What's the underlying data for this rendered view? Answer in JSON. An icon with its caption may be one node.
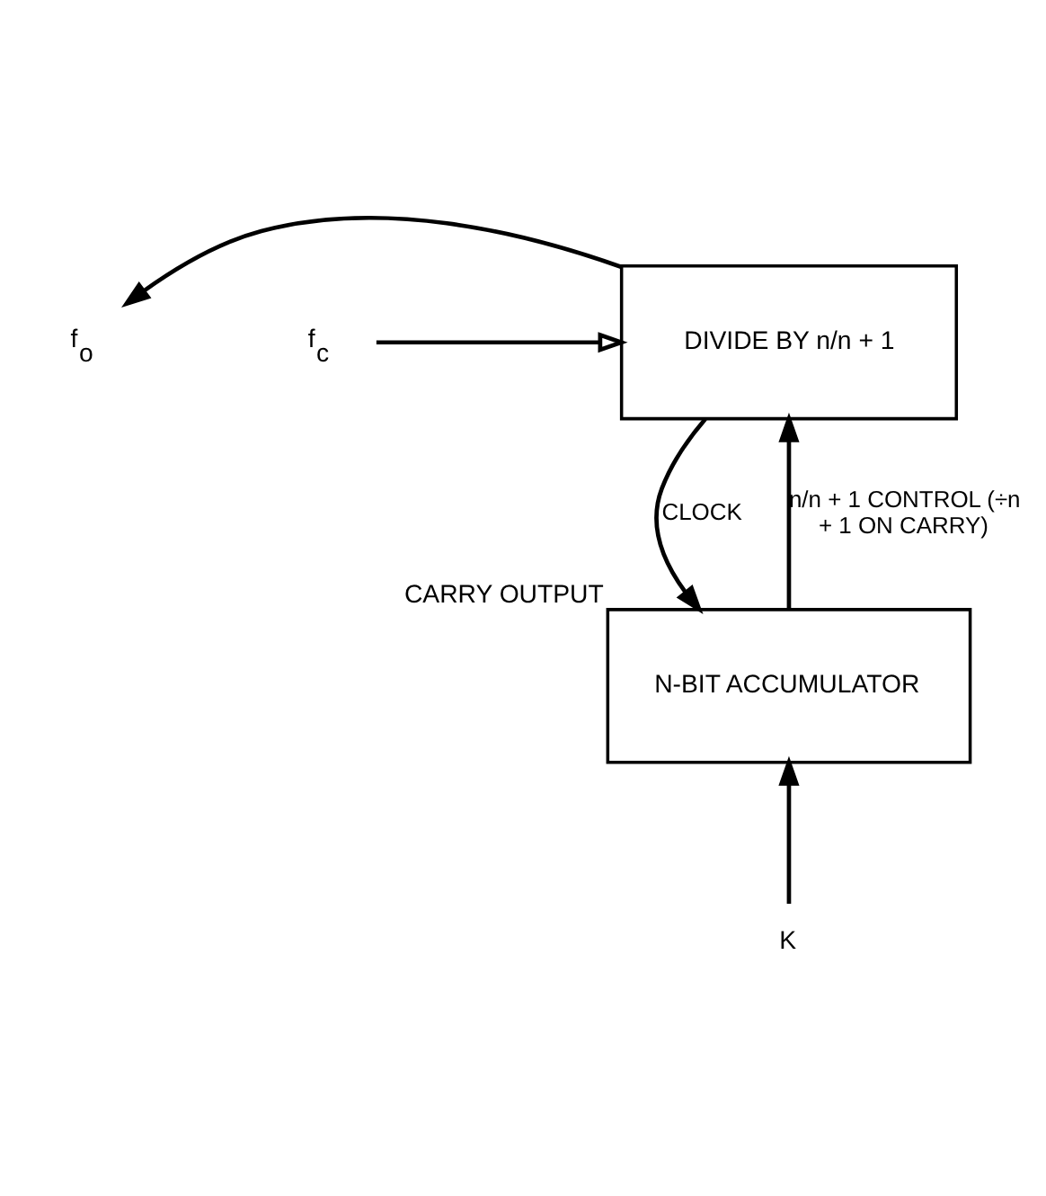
{
  "diagram": {
    "nodes": [
      {
        "text": [
          "DIVIDE BY n/n + 1"
        ]
      },
      {
        "text": [
          "N-BIT ACCUMULATOR"
        ],
        "beside": [
          "CARRY OUTPUT"
        ]
      },
      {
        "text": [
          "f$_{o}$"
        ]
      },
      {
        "text": [
          "f$_{c}$"
        ]
      },
      {
        "text": [
          "K"
        ]
      }
    ],
    "edges": [
      {
        "from": 3,
        "to": 0,
        "arrow": "to"
      },
      {
        "from": 0,
        "to": 2,
        "arrow": "to"
      },
      {
        "from": 0,
        "to": 1,
        "arrow": "to",
        "label": "CLOCK"
      },
      {
        "from": 1,
        "to": 0,
        "arrow": "to",
        "label": "n/n + 1 CONTROL (÷n + 1 ON CARRY)"
      },
      {
        "from": 4,
        "to": 1,
        "arrow": "to"
      }
    ]
  }
}
